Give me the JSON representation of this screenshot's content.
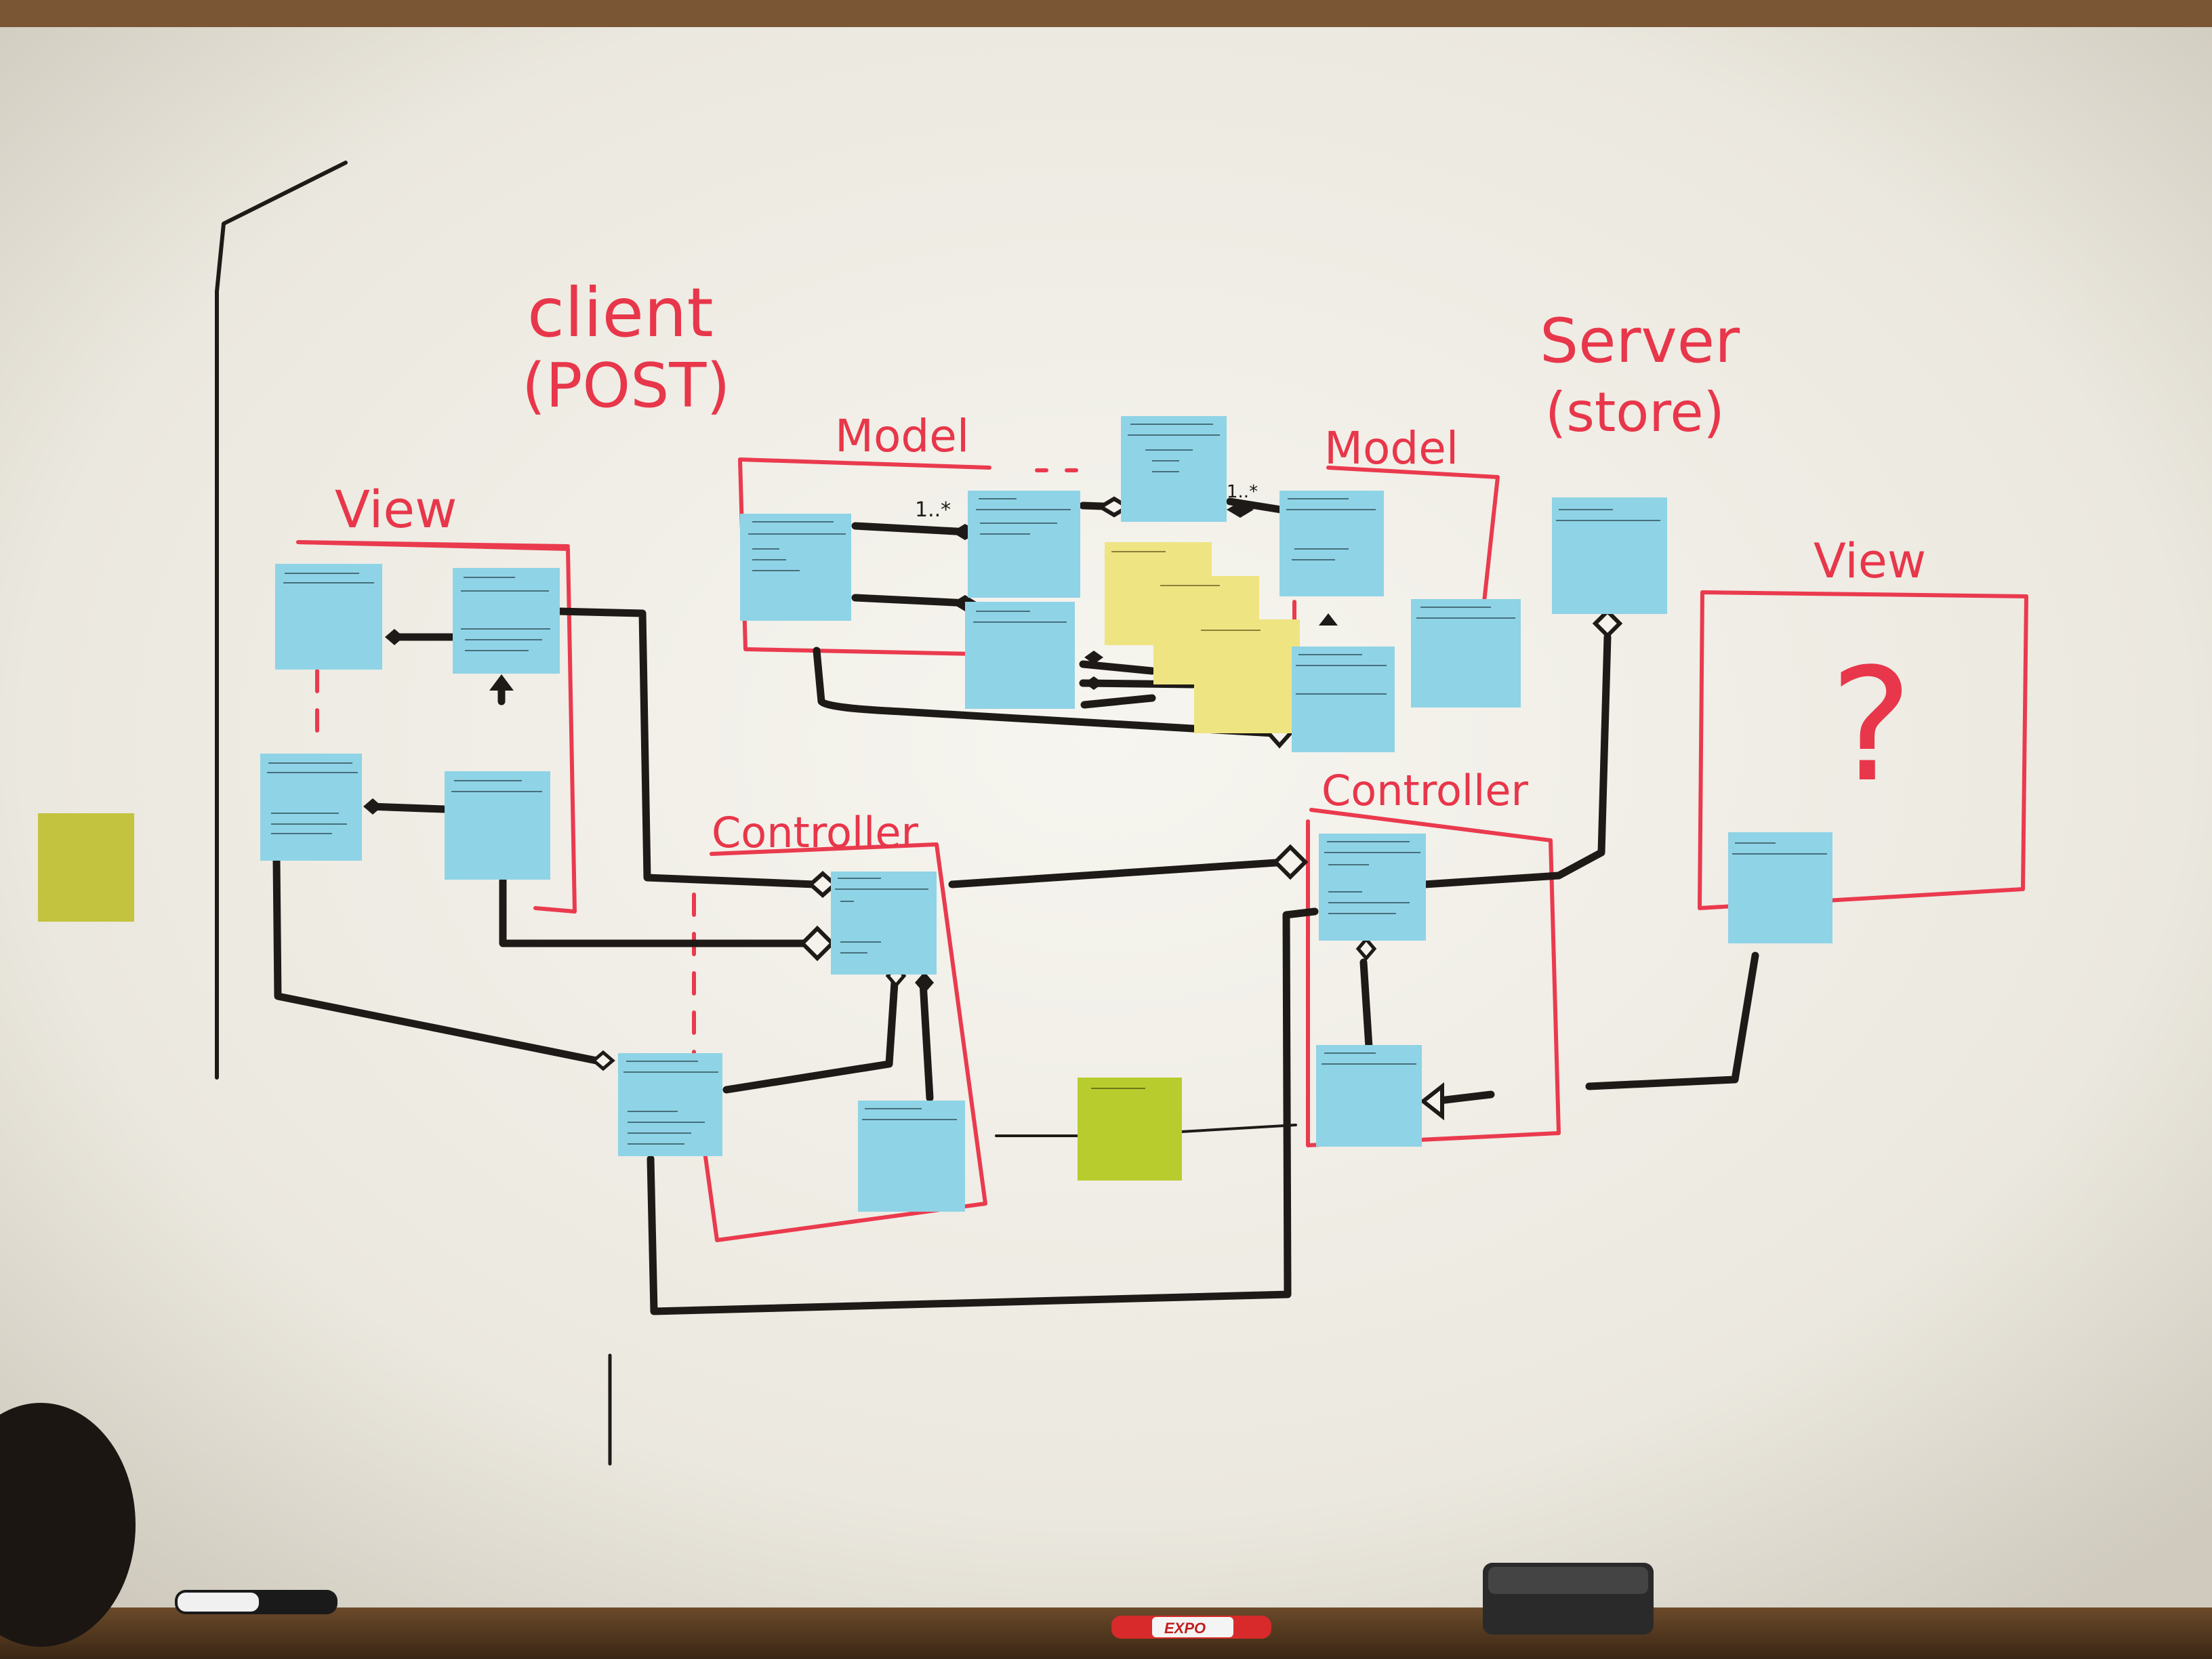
{
  "whiteboard": {
    "headings": {
      "client": "client",
      "client_sub": "(POST)",
      "server": "Server",
      "server_sub": "(store)",
      "view_left": "View",
      "view_right": "View",
      "model_left": "Model",
      "model_right": "Model",
      "controller_left": "Controller",
      "controller_right": "Controller",
      "question_mark": "?"
    },
    "multiplicity": {
      "left": "1..*",
      "right": "1..*"
    },
    "tray": {
      "marker_label": "EXPO"
    }
  },
  "colors": {
    "board": "#f4f2ea",
    "red_marker": "#ea3a4e",
    "black_marker": "#1e1a17",
    "sticky_blue": "#8fd3e6",
    "sticky_yellow": "#efe482",
    "sticky_green": "#b9cc2e",
    "tray_wood": "#5a3c22"
  },
  "icons": {
    "eraser": "eraser-icon",
    "marker": "marker-icon"
  }
}
